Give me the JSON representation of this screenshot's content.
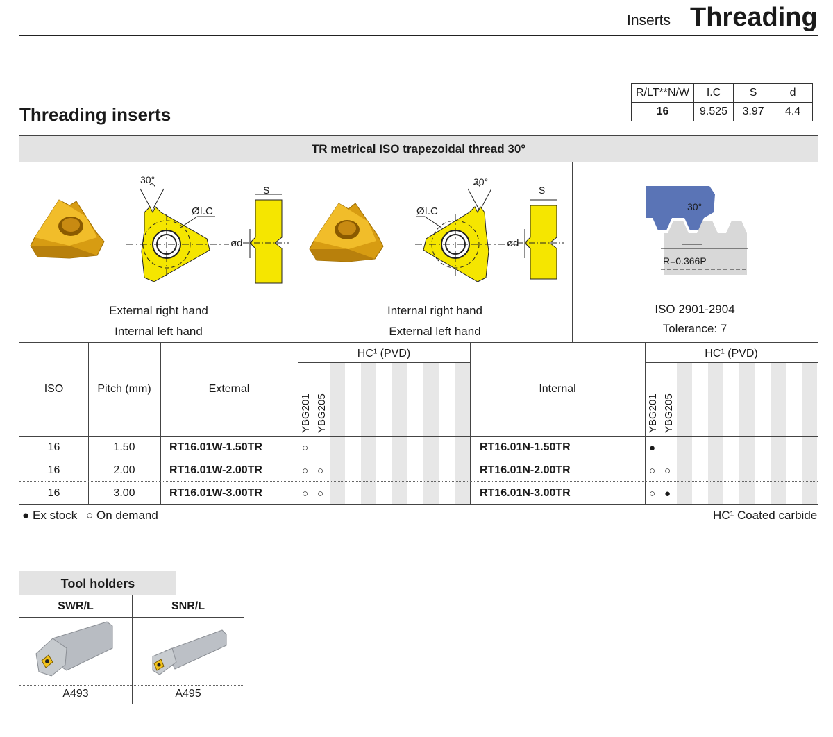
{
  "header": {
    "section": "Inserts",
    "title": "Threading"
  },
  "page_title": "Threading inserts",
  "dimensions": {
    "headers": [
      "R/LT**N/W",
      "I.C",
      "S",
      "d"
    ],
    "values": [
      "16",
      "9.525",
      "3.97",
      "4.4"
    ]
  },
  "band_title": "TR metrical ISO trapezoidal thread 30°",
  "panels": {
    "external": {
      "line1": "External right hand",
      "line2": "Internal left hand",
      "angle": "30°",
      "ic": "ØI.C",
      "s": "S",
      "d": "ød"
    },
    "internal": {
      "line1": "Internal right hand",
      "line2": "External left hand",
      "angle": "30°",
      "ic": "ØI.C",
      "s": "S",
      "d": "ød"
    },
    "profile": {
      "line1": "ISO 2901-2904",
      "line2": "Tolerance: 7",
      "angle": "30°",
      "radius": "R=0.366P"
    }
  },
  "table": {
    "col_iso": "ISO",
    "col_pitch": "Pitch (mm)",
    "col_external": "External",
    "col_internal": "Internal",
    "grade_group": "HC¹ (PVD)",
    "grades": [
      "YBG201",
      "YBG205"
    ],
    "rows": [
      {
        "iso": "16",
        "pitch": "1.50",
        "external": "RT16.01W-1.50TR",
        "ext_a": "○",
        "ext_b": "",
        "internal": "RT16.01N-1.50TR",
        "int_a": "●",
        "int_b": ""
      },
      {
        "iso": "16",
        "pitch": "2.00",
        "external": "RT16.01W-2.00TR",
        "ext_a": "○",
        "ext_b": "○",
        "internal": "RT16.01N-2.00TR",
        "int_a": "○",
        "int_b": "○"
      },
      {
        "iso": "16",
        "pitch": "3.00",
        "external": "RT16.01W-3.00TR",
        "ext_a": "○",
        "ext_b": "○",
        "internal": "RT16.01N-3.00TR",
        "int_a": "○",
        "int_b": "●"
      }
    ]
  },
  "legend": {
    "stock": "● Ex stock",
    "demand": "○ On demand",
    "coated": "HC¹ Coated carbide"
  },
  "tool_holders": {
    "title": "Tool holders",
    "items": [
      {
        "name": "SWR/L",
        "page": "A493"
      },
      {
        "name": "SNR/L",
        "page": "A495"
      }
    ]
  },
  "colors": {
    "insert_yellow": "#f5e600",
    "gold": "#d8a012",
    "workpiece_blue": "#5a74b6",
    "band_gray": "#e3e3e3"
  }
}
